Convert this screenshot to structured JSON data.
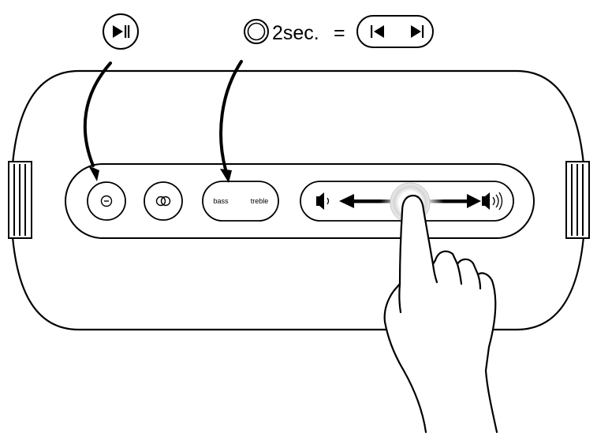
{
  "legend": {
    "hold_duration": "2sec.",
    "equals": "="
  },
  "panel": {
    "eq_bass_label": "bass",
    "eq_treble_label": "treble"
  },
  "icons": {
    "play_pause": "play-pause-icon",
    "hold_button": "double-circle-icon",
    "prev": "skip-previous-icon",
    "next": "skip-next-icon",
    "power": "power-icon",
    "link": "link-icon",
    "volume_down": "volume-down-icon",
    "volume_up": "volume-up-icon",
    "hand": "pointing-hand-icon"
  },
  "colors": {
    "stroke": "#000000",
    "background": "#ffffff",
    "highlight": "#dcdcdc"
  }
}
